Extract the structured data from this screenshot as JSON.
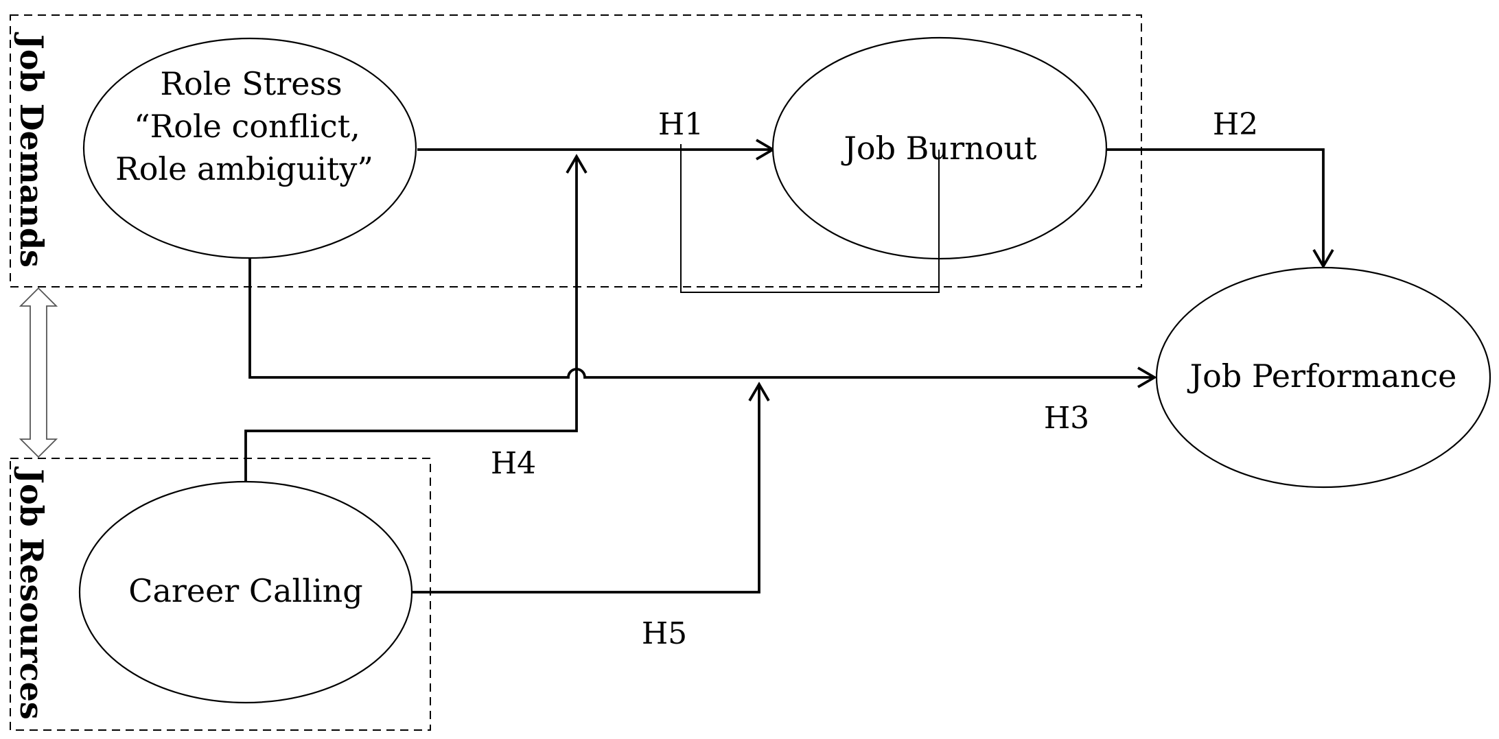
{
  "groups": {
    "job_demands": "Job Demands",
    "job_resources": "Job Resources"
  },
  "nodes": {
    "role_stress": {
      "line1": "Role Stress",
      "line2": "“Role conflict,",
      "line3": "Role ambiguity”"
    },
    "job_burnout": "Job Burnout",
    "job_performance": "Job Performance",
    "career_calling": "Career Calling"
  },
  "hypotheses": {
    "h1": "H1",
    "h2": "H2",
    "h3": "H3",
    "h4": "H4",
    "h5": "H5"
  }
}
